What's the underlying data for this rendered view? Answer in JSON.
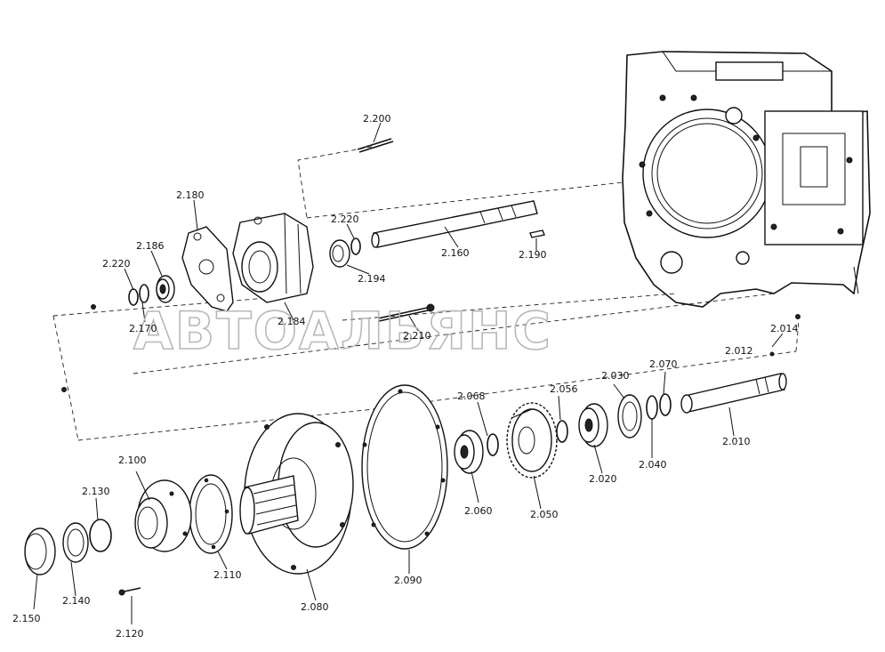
{
  "watermark": "АВТОАЛЬЯНС",
  "labels": {
    "p2200": "2.200",
    "p2180": "2.180",
    "p2220a": "2.220",
    "p2186": "2.186",
    "p2220b": "2.220",
    "p2170": "2.170",
    "p2184": "2.184",
    "p2194": "2.194",
    "p2160": "2.160",
    "p2190": "2.190",
    "p2210": "2.210",
    "p2014": "2.014",
    "p2012": "2.012",
    "p2030": "2.030",
    "p2070": "2.070",
    "p2068": "2.068",
    "p2056": "2.056",
    "p2010": "2.010",
    "p2040": "2.040",
    "p2020": "2.020",
    "p2050": "2.050",
    "p2060": "2.060",
    "p2100": "2.100",
    "p2130": "2.130",
    "p2110": "2.110",
    "p2090": "2.090",
    "p2080": "2.080",
    "p2150": "2.150",
    "p2140": "2.140",
    "p2120": "2.120"
  }
}
